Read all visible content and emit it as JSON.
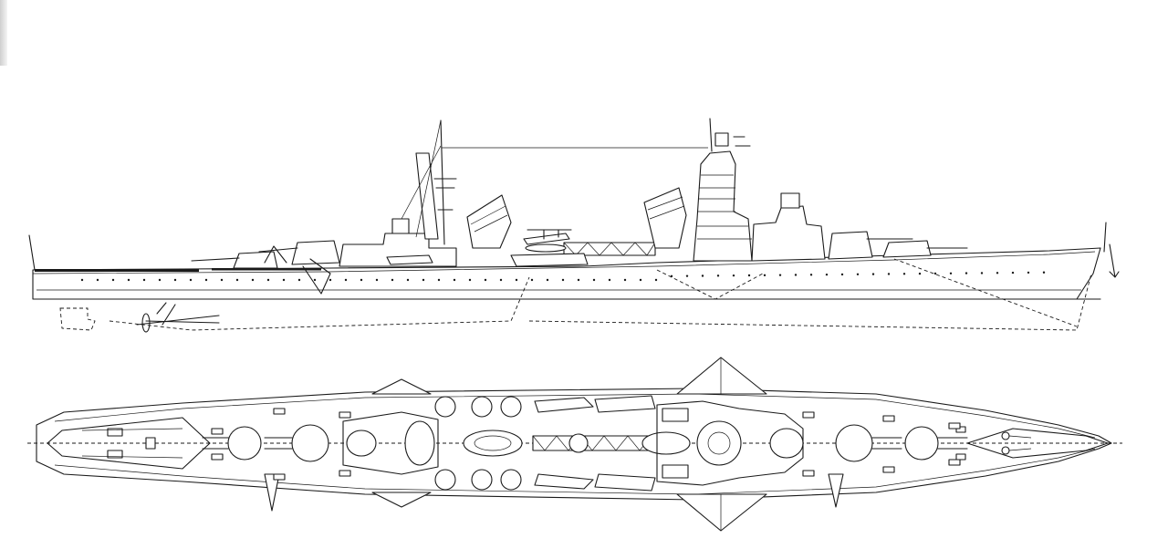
{
  "drawing": {
    "subject": "cruiser",
    "views": [
      "side-profile",
      "plan-view"
    ],
    "line_color": "#1a1a1a",
    "background_color": "#ffffff"
  }
}
